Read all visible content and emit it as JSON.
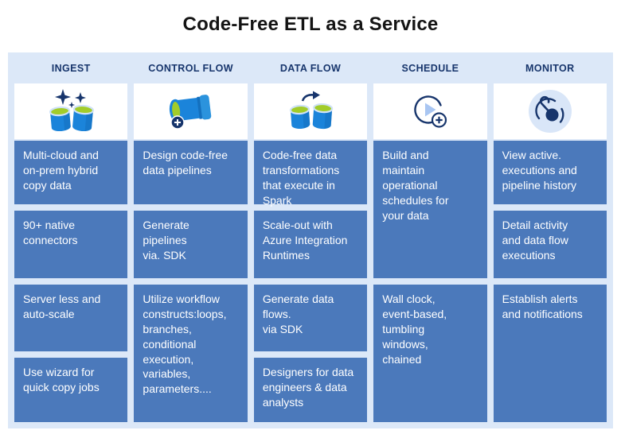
{
  "title": "Code-Free ETL as a Service",
  "colors": {
    "board_background": "#DCE8F8",
    "cell_blue": "#4B79BB",
    "header_navy": "#17356C",
    "icon_azure": "#1B84DA",
    "icon_azure_light": "#2B93DD",
    "icon_lime": "#A2CC2A",
    "icon_navy": "#17356C",
    "cell_text": "#FFFFFF"
  },
  "columns": [
    {
      "header": "INGEST",
      "icon": "ingest-copy-data-icon",
      "cells": [
        "Multi-cloud and\non-prem hybrid\ncopy data",
        "90+ native\nconnectors",
        "Server less and\nauto-scale",
        "Use wizard for\nquick copy jobs"
      ]
    },
    {
      "header": "CONTROL FLOW",
      "icon": "pipeline-pipe-icon",
      "cells": [
        "Design code-free\ndata pipelines",
        "Generate\npipelines\nvia. SDK",
        "Utilize workflow\nconstructs:loops,\nbranches,\nconditional\nexecution,\nvariables,\nparameters...."
      ]
    },
    {
      "header": "DATA FLOW",
      "icon": "data-flow-transfer-icon",
      "cells": [
        "Code-free data\ntransformations\nthat execute in\nSpark",
        "Scale-out with\nAzure Integration\nRuntimes",
        "Generate data\nflows.\nvia SDK",
        "Designers for data\nengineers & data\nanalysts"
      ]
    },
    {
      "header": "SCHEDULE",
      "icon": "schedule-clock-plus-icon",
      "cells": [
        "Build and\nmaintain\noperational\nschedules for\nyour data",
        "Wall clock,\nevent-based,\ntumbling\nwindows,\nchained"
      ]
    },
    {
      "header": "MONITOR",
      "icon": "monitor-gauge-icon",
      "cells": [
        "View active.\nexecutions and\npipeline history",
        "Detail activity\nand data flow\nexecutions",
        "Establish alerts\nand notifications"
      ]
    }
  ]
}
